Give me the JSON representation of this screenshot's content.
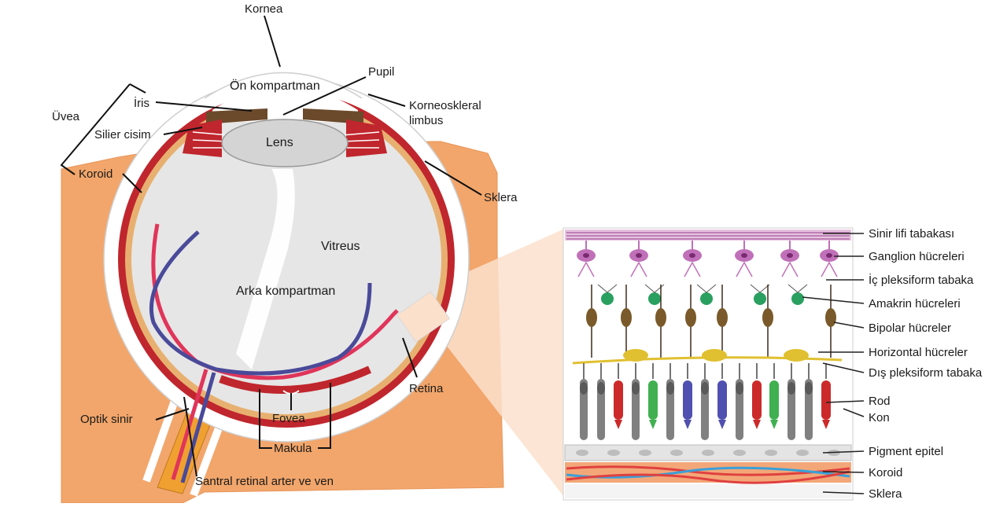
{
  "eye": {
    "kornea": "Kornea",
    "on_kompartman": "Ön kompartman",
    "pupil": "Pupil",
    "uvea": "Üvea",
    "iris": "İris",
    "korneoskleral_1": "Korneoskleral",
    "korneoskleral_2": "limbus",
    "silier_cisim": "Silier cisim",
    "lens": "Lens",
    "koroid": "Koroid",
    "sklera": "Sklera",
    "vitreus": "Vitreus",
    "arka_kompartman": "Arka kompartman",
    "retina": "Retina",
    "optik_sinir": "Optik sinir",
    "fovea": "Fovea",
    "makula": "Makula",
    "santral": "Santral retinal arter ve ven"
  },
  "retina_layers": {
    "sinir_lifi": "Sinir lifi tabakası",
    "ganglion": "Ganglion hücreleri",
    "ic_pleksiform": "İç pleksiform tabaka",
    "amakrin": "Amakrin hücreleri",
    "bipolar": "Bipolar hücreler",
    "horizontal": "Horizontal hücreler",
    "dis_pleksiform": "Dış pleksiform tabaka",
    "rod": "Rod",
    "kon": "Kon",
    "pigment": "Pigment epitel",
    "koroid": "Koroid",
    "sklera": "Sklera"
  },
  "colors": {
    "orbit": "#f2a66b",
    "sclera": "#ffffff",
    "choroid": "#c0262d",
    "vitreous": "#e6e6e6",
    "iris": "#6b4a2b",
    "artery": "#e0355a",
    "vein": "#4a4a9a",
    "nerve": "#f0a030",
    "ganglion": "#c070b8",
    "amacrine": "#2aa060",
    "bipolar": "#7a5a2a",
    "horizontal": "#e0c030",
    "rod": "#808080",
    "cone_red": "#cc2a2a",
    "cone_green": "#40b050",
    "cone_blue": "#5050b0"
  }
}
